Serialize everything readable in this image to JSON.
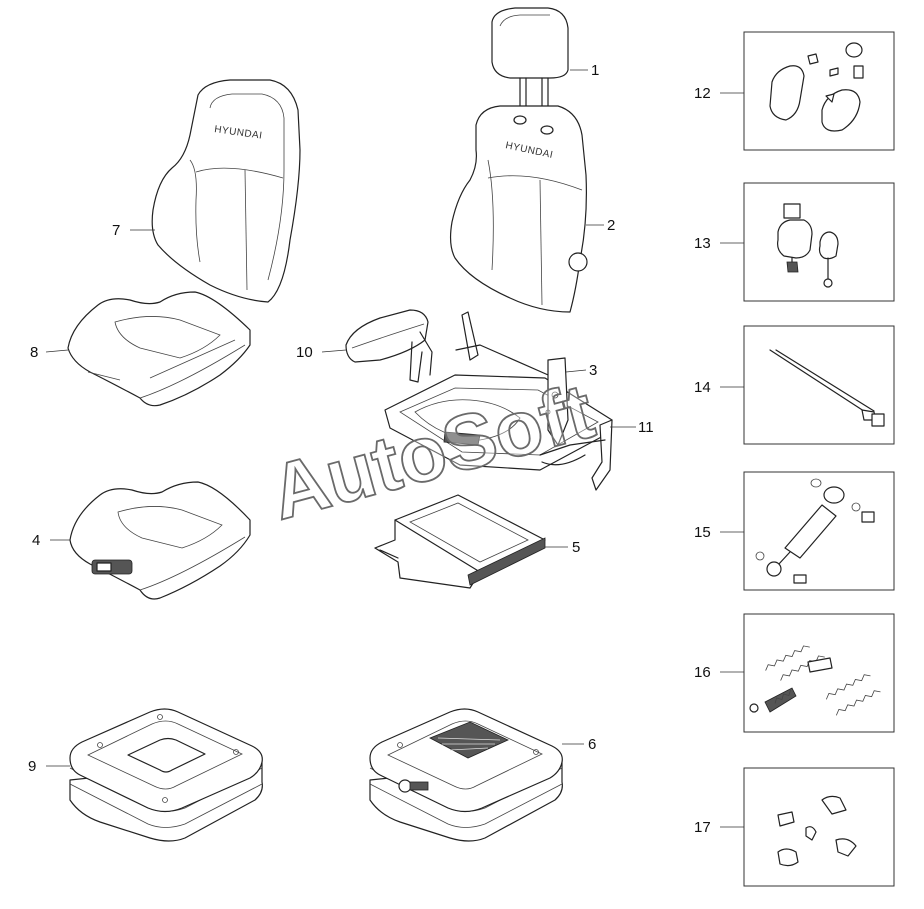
{
  "labels": {
    "p1": "1",
    "p2": "2",
    "p3": "3",
    "p4": "4",
    "p5": "5",
    "p6": "6",
    "p7": "7",
    "p8": "8",
    "p9": "9",
    "p10": "10",
    "p11": "11",
    "p12": "12",
    "p13": "13",
    "p14": "14",
    "p15": "15",
    "p16": "16",
    "p17": "17"
  },
  "seat_brand": "HYUNDAI",
  "watermark": "AutoSoft"
}
